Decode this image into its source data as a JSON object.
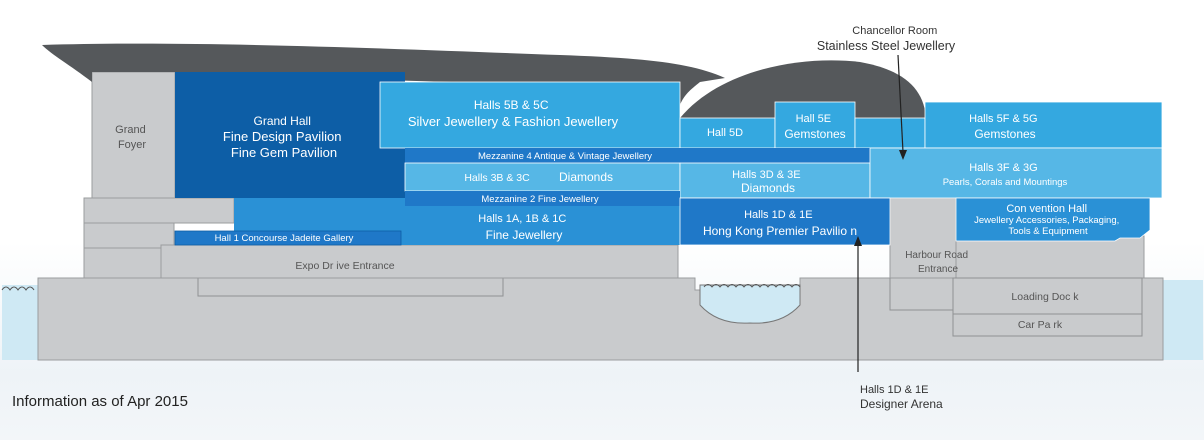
{
  "colors": {
    "grand_hall": "#0d5ea6",
    "deep_blue": "#1f78c8",
    "mid_blue": "#2a91d6",
    "light_blue": "#34a8e0",
    "pale_blue": "#56b7e6",
    "gray": "#c9cbcd",
    "roof": "#55585b",
    "water": "#cfe9f4"
  },
  "labels": {
    "grand_foyer": [
      "Grand",
      "Foyer"
    ],
    "grand_hall": [
      "Grand Hall",
      "Fine Design Pavilion",
      "Fine Gem Pavilion"
    ],
    "halls_5b_5c": [
      "Halls 5B & 5C",
      "Silver Jewellery & Fashion Jewellery"
    ],
    "hall_5d": "Hall 5D",
    "hall_5e": [
      "Hall 5E",
      "Gemstones"
    ],
    "halls_5f_5g": [
      "Halls 5F & 5G",
      "Gemstones"
    ],
    "mezzanine_4": "Mezzanine 4 Antique & Vintage Jewellery",
    "halls_3b_3c": "Halls 3B & 3C",
    "diamonds_3bc": "Diamonds",
    "halls_3d_3e": [
      "Halls 3D & 3E",
      "Diamonds"
    ],
    "halls_3f_3g": [
      "Halls 3F & 3G",
      "Pearls, Corals and Mountings"
    ],
    "mezzanine_2": "Mezzanine 2 Fine Jewellery",
    "halls_1a_1b_1c": [
      "Halls 1A,   1B & 1C",
      "Fine Jewellery"
    ],
    "hall_1_concourse": "Hall 1 Concourse Jadeite Gallery",
    "halls_1d_1e": [
      "Halls 1D & 1E",
      "Hong Kong Premier Pavilio   n"
    ],
    "convention_hall": [
      "Con vention Hall",
      "Jewellery Accessories, Packaging,",
      "Tools & Equipment"
    ],
    "expo_drive": "Expo Dr ive Entrance",
    "harbour_road": [
      "Harbour Road",
      "Entrance"
    ],
    "loading_dock": "Loading Doc k",
    "car_park": "Car Pa rk"
  },
  "callouts": {
    "chancellor": [
      "Chancellor Room",
      "Stainless Steel Jewellery"
    ],
    "designer_arena": [
      "Halls 1D & 1E",
      "Designer Arena"
    ]
  },
  "footer": "Information as of Apr 2015"
}
